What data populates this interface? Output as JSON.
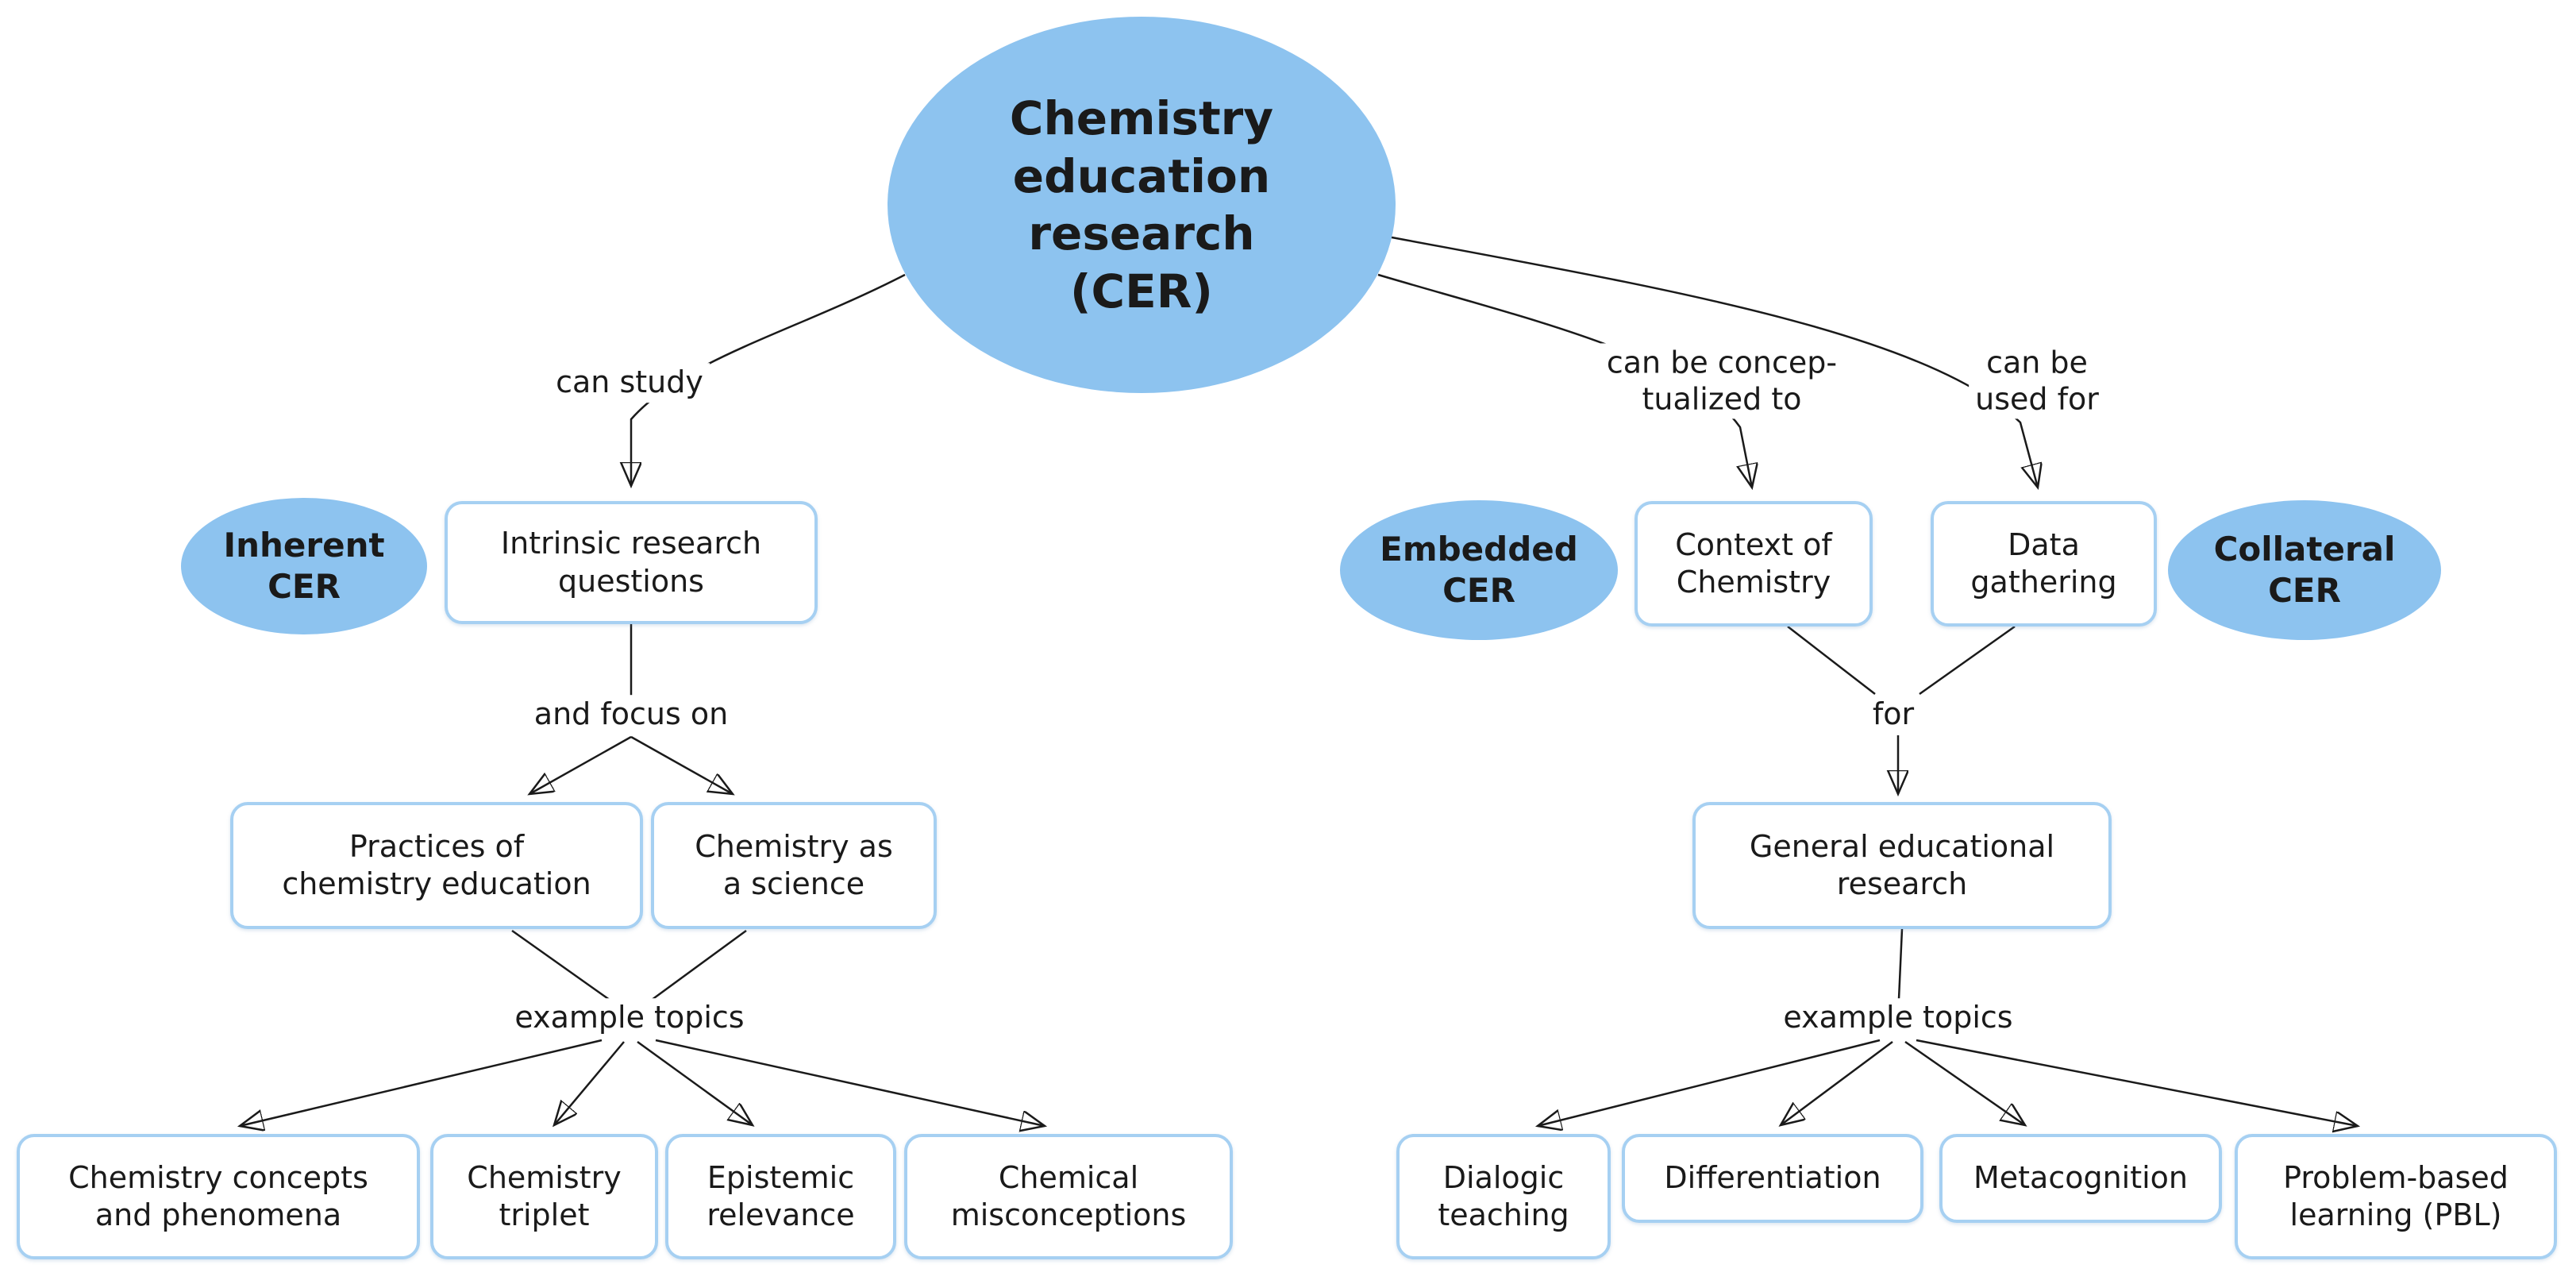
{
  "title": "Chemistry education research concept map",
  "colors": {
    "ellipse_fill": "#8dc3ef",
    "box_border": "#a6d0f2",
    "box_fill": "#ffffff",
    "arrow": "#1a1a1a",
    "text": "#1a1a1a",
    "background": "#ffffff"
  },
  "nodes": {
    "root": "Chemistry\neducation\nresearch\n(CER)",
    "inherent_cer": "Inherent\nCER",
    "intrinsic_questions": "Intrinsic research\nquestions",
    "practices": "Practices of\nchemistry education",
    "chem_science": "Chemistry as\na science",
    "concepts_phenomena": "Chemistry concepts\nand phenomena",
    "triplet": "Chemistry\ntriplet",
    "epistemic": "Epistemic\nrelevance",
    "misconceptions": "Chemical\nmisconceptions",
    "embedded_cer": "Embedded\nCER",
    "context_chemistry": "Context of\nChemistry",
    "data_gathering": "Data\ngathering",
    "collateral_cer": "Collateral\nCER",
    "general_research": "General educational\nresearch",
    "dialogic": "Dialogic\nteaching",
    "differentiation": "Differentiation",
    "metacognition": "Metacognition",
    "pbl": "Problem-based\nlearning (PBL)"
  },
  "edge_labels": {
    "can_study": "can study",
    "and_focus_on": "and focus on",
    "example_topics_left": "example topics",
    "can_be_conceptualized": "can be concep-\ntualized to",
    "can_be_used_for": "can be\nused for",
    "for_label": "for",
    "example_topics_right": "example topics"
  },
  "edges": [
    {
      "from": "root",
      "to": "intrinsic_questions",
      "label": "can study"
    },
    {
      "from": "intrinsic_questions",
      "to": "practices",
      "label": "and focus on"
    },
    {
      "from": "intrinsic_questions",
      "to": "chem_science",
      "label": "and focus on"
    },
    {
      "from": "practices",
      "to": "concepts_phenomena",
      "label": "example topics"
    },
    {
      "from": "practices",
      "to": "triplet",
      "label": "example topics"
    },
    {
      "from": "chem_science",
      "to": "epistemic",
      "label": "example topics"
    },
    {
      "from": "chem_science",
      "to": "misconceptions",
      "label": "example topics"
    },
    {
      "from": "root",
      "to": "context_chemistry",
      "label": "can be concep-tualized to"
    },
    {
      "from": "root",
      "to": "data_gathering",
      "label": "can be used for"
    },
    {
      "from": "context_chemistry",
      "to": "general_research",
      "label": "for"
    },
    {
      "from": "data_gathering",
      "to": "general_research",
      "label": "for"
    },
    {
      "from": "general_research",
      "to": "dialogic",
      "label": "example topics"
    },
    {
      "from": "general_research",
      "to": "differentiation",
      "label": "example topics"
    },
    {
      "from": "general_research",
      "to": "metacognition",
      "label": "example topics"
    },
    {
      "from": "general_research",
      "to": "pbl",
      "label": "example topics"
    }
  ]
}
